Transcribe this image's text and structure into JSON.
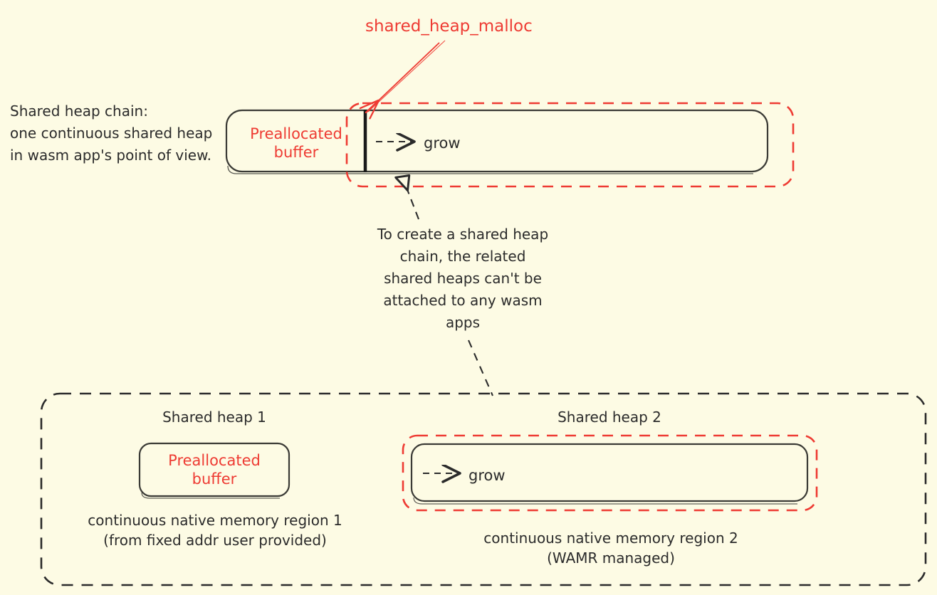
{
  "diagram": {
    "title_annotation": "shared_heap_malloc",
    "background_color": "#FDFBE4",
    "accent_red": "#EE3B33",
    "ink_color": "#2B2B2B",
    "left_note": {
      "line1": "Shared heap chain:",
      "line2": "one continuous shared heap",
      "line3": "in wasm app's point of view."
    },
    "top_region": {
      "preallocated_label_line1": "Preallocated",
      "preallocated_label_line2": "buffer",
      "grow_label": "grow"
    },
    "middle_note": {
      "line1": "To create a shared heap",
      "line2": "chain, the related",
      "line3": "shared heaps can't be",
      "line4": "attached to any wasm",
      "line5": "apps"
    },
    "bottom_region": {
      "heap1_title": "Shared heap 1",
      "heap1_box_line1": "Preallocated",
      "heap1_box_line2": "buffer",
      "heap1_caption_line1": "continuous native memory region 1",
      "heap1_caption_line2": "(from fixed addr user provided)",
      "heap2_title": "Shared heap 2",
      "heap2_grow_label": "grow",
      "heap2_caption_line1": "continuous native memory region 2",
      "heap2_caption_line2": "(WAMR managed)"
    }
  }
}
